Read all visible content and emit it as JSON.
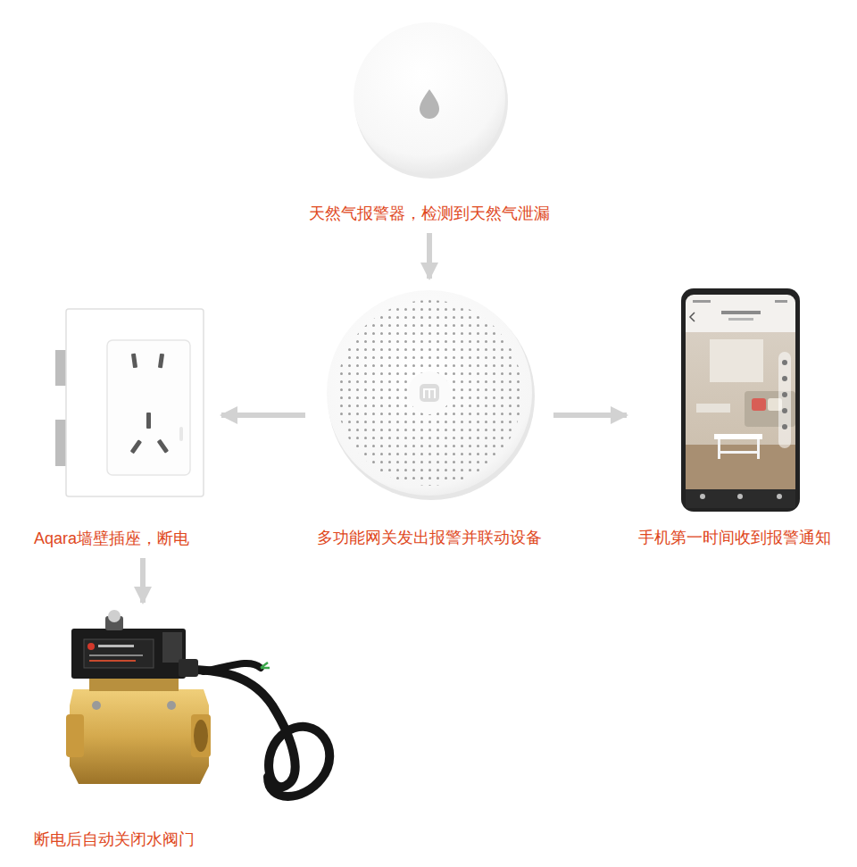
{
  "diagram": {
    "nodes": [
      {
        "text": [
          "天然气报警器，检测到天然气泄漏"
        ]
      },
      {
        "text": [
          "多功能网关发出报警并联动设备"
        ]
      },
      {
        "text": [
          "Aqara墙壁插座，断电"
        ]
      },
      {
        "text": [
          "手机第一时间收到报警通知"
        ]
      },
      {
        "text": [
          "断电后自动关闭水阀门"
        ]
      }
    ],
    "edges": [
      {
        "from": 0,
        "to": 1,
        "arrow": "to"
      },
      {
        "from": 1,
        "to": 2,
        "arrow": "to"
      },
      {
        "from": 1,
        "to": 3,
        "arrow": "to"
      },
      {
        "from": 2,
        "to": 4,
        "arrow": "to"
      }
    ]
  }
}
